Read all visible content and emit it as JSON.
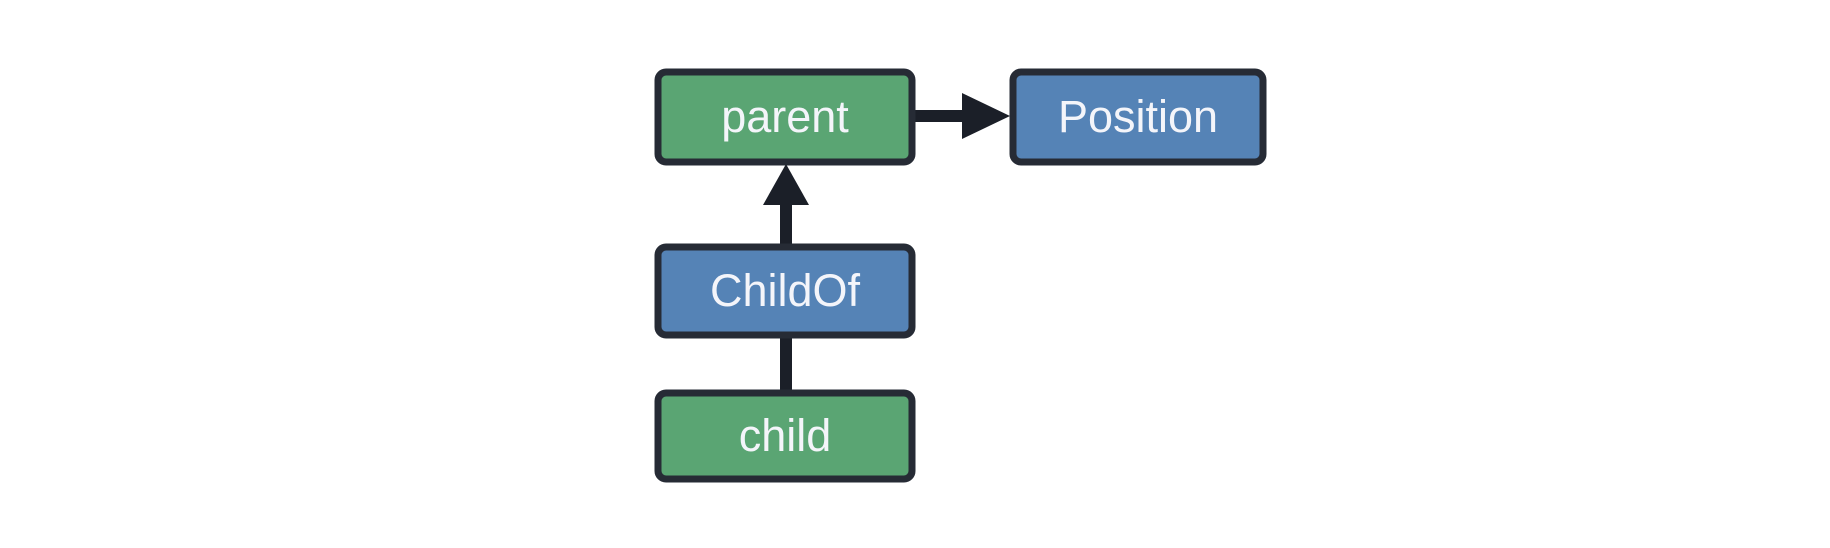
{
  "diagram": {
    "background": "#ffffff",
    "nodes": [
      {
        "id": "parent",
        "label": "parent",
        "fill": "#5aa573"
      },
      {
        "id": "Position",
        "label": "Position",
        "fill": "#5583b6"
      },
      {
        "id": "ChildOf",
        "label": "ChildOf",
        "fill": "#5583b6"
      },
      {
        "id": "child",
        "label": "child",
        "fill": "#5aa573"
      }
    ],
    "edges": [
      {
        "from": "parent",
        "to": "Position",
        "style": "arrow"
      },
      {
        "from": "ChildOf",
        "to": "parent",
        "style": "arrow"
      },
      {
        "from": "child",
        "to": "ChildOf",
        "style": "line"
      }
    ],
    "colors": {
      "entity_green": "#5aa573",
      "component_blue": "#5583b6",
      "node_border": "#262b35",
      "connector": "#1b1f28",
      "label_text": "#f4f5fa"
    }
  }
}
